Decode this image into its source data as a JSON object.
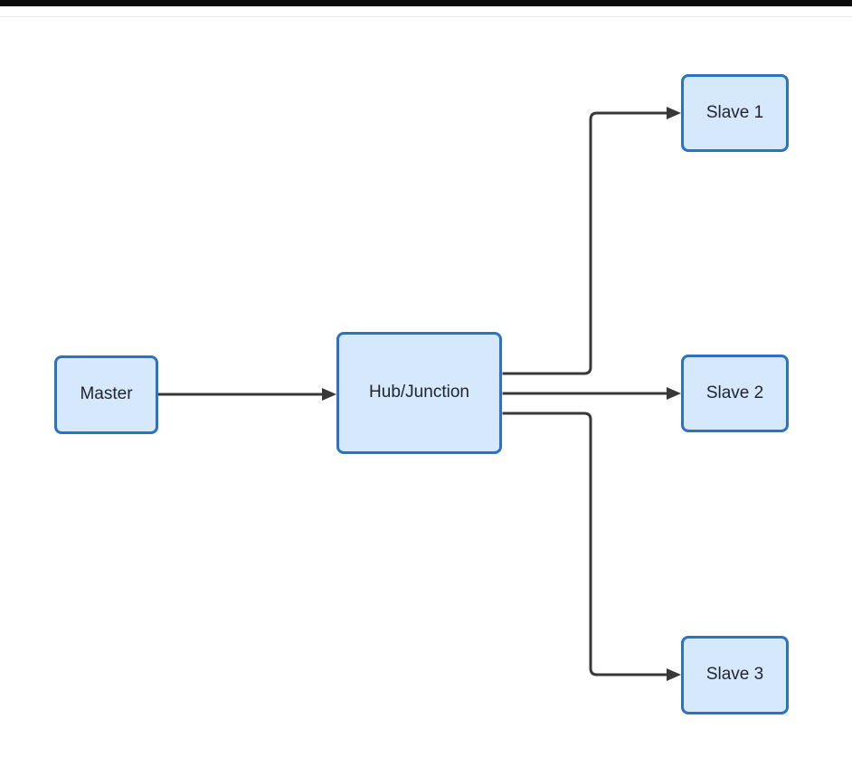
{
  "diagram": {
    "type": "flowchart",
    "direction": "left-to-right",
    "nodes": {
      "master": {
        "label": "Master"
      },
      "hub": {
        "label": "Hub/Junction"
      },
      "slave1": {
        "label": "Slave 1"
      },
      "slave2": {
        "label": "Slave 2"
      },
      "slave3": {
        "label": "Slave 3"
      }
    },
    "edges": [
      {
        "from": "Master",
        "to": "Hub/Junction",
        "arrow": "filled-triangle"
      },
      {
        "from": "Hub/Junction",
        "to": "Slave 1",
        "arrow": "filled-triangle"
      },
      {
        "from": "Hub/Junction",
        "to": "Slave 2",
        "arrow": "filled-triangle"
      },
      {
        "from": "Hub/Junction",
        "to": "Slave 3",
        "arrow": "filled-triangle"
      }
    ],
    "colors": {
      "node_fill": "#d6e8fb",
      "node_border": "#2b73c2",
      "edge": "#383838",
      "label": "#1f2430",
      "topbar": "#0c0c0c"
    }
  }
}
